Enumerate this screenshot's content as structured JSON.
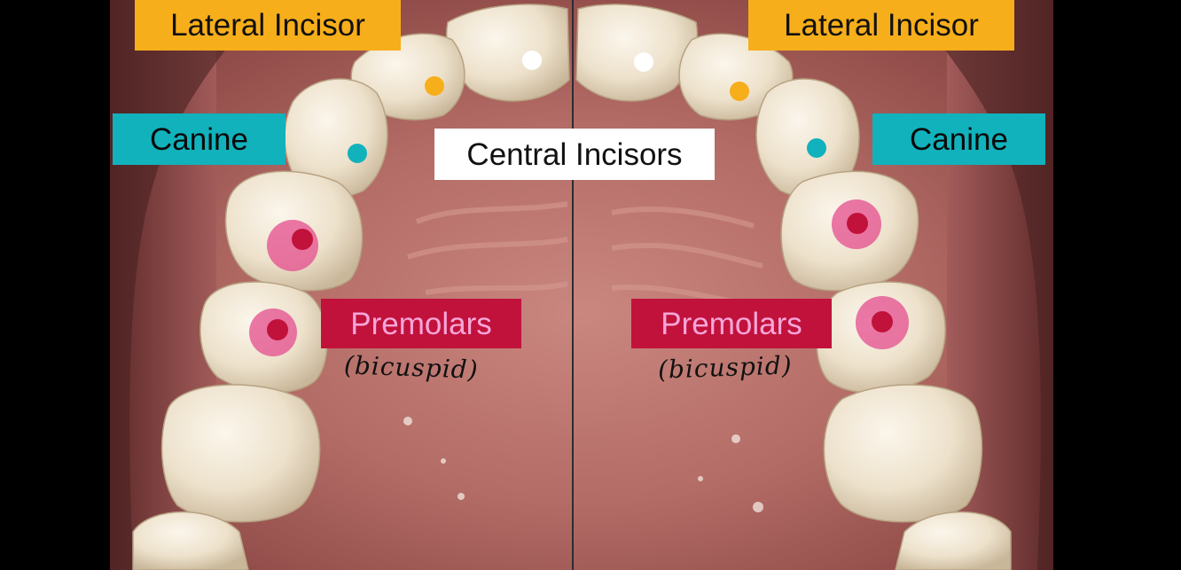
{
  "labels": {
    "lateral_incisor": "Lateral Incisor",
    "canine": "Canine",
    "central_incisors": "Central Incisors",
    "premolars": "Premolars"
  },
  "handwriting": {
    "bicuspid": "(bicuspid)"
  },
  "marker_colors": {
    "central": "#FFFFFF",
    "lateral": "#F7AE1B",
    "canine": "#11B2BC",
    "premolar_dot": "#C1123C",
    "premolar_halo": "#E44C8E"
  }
}
